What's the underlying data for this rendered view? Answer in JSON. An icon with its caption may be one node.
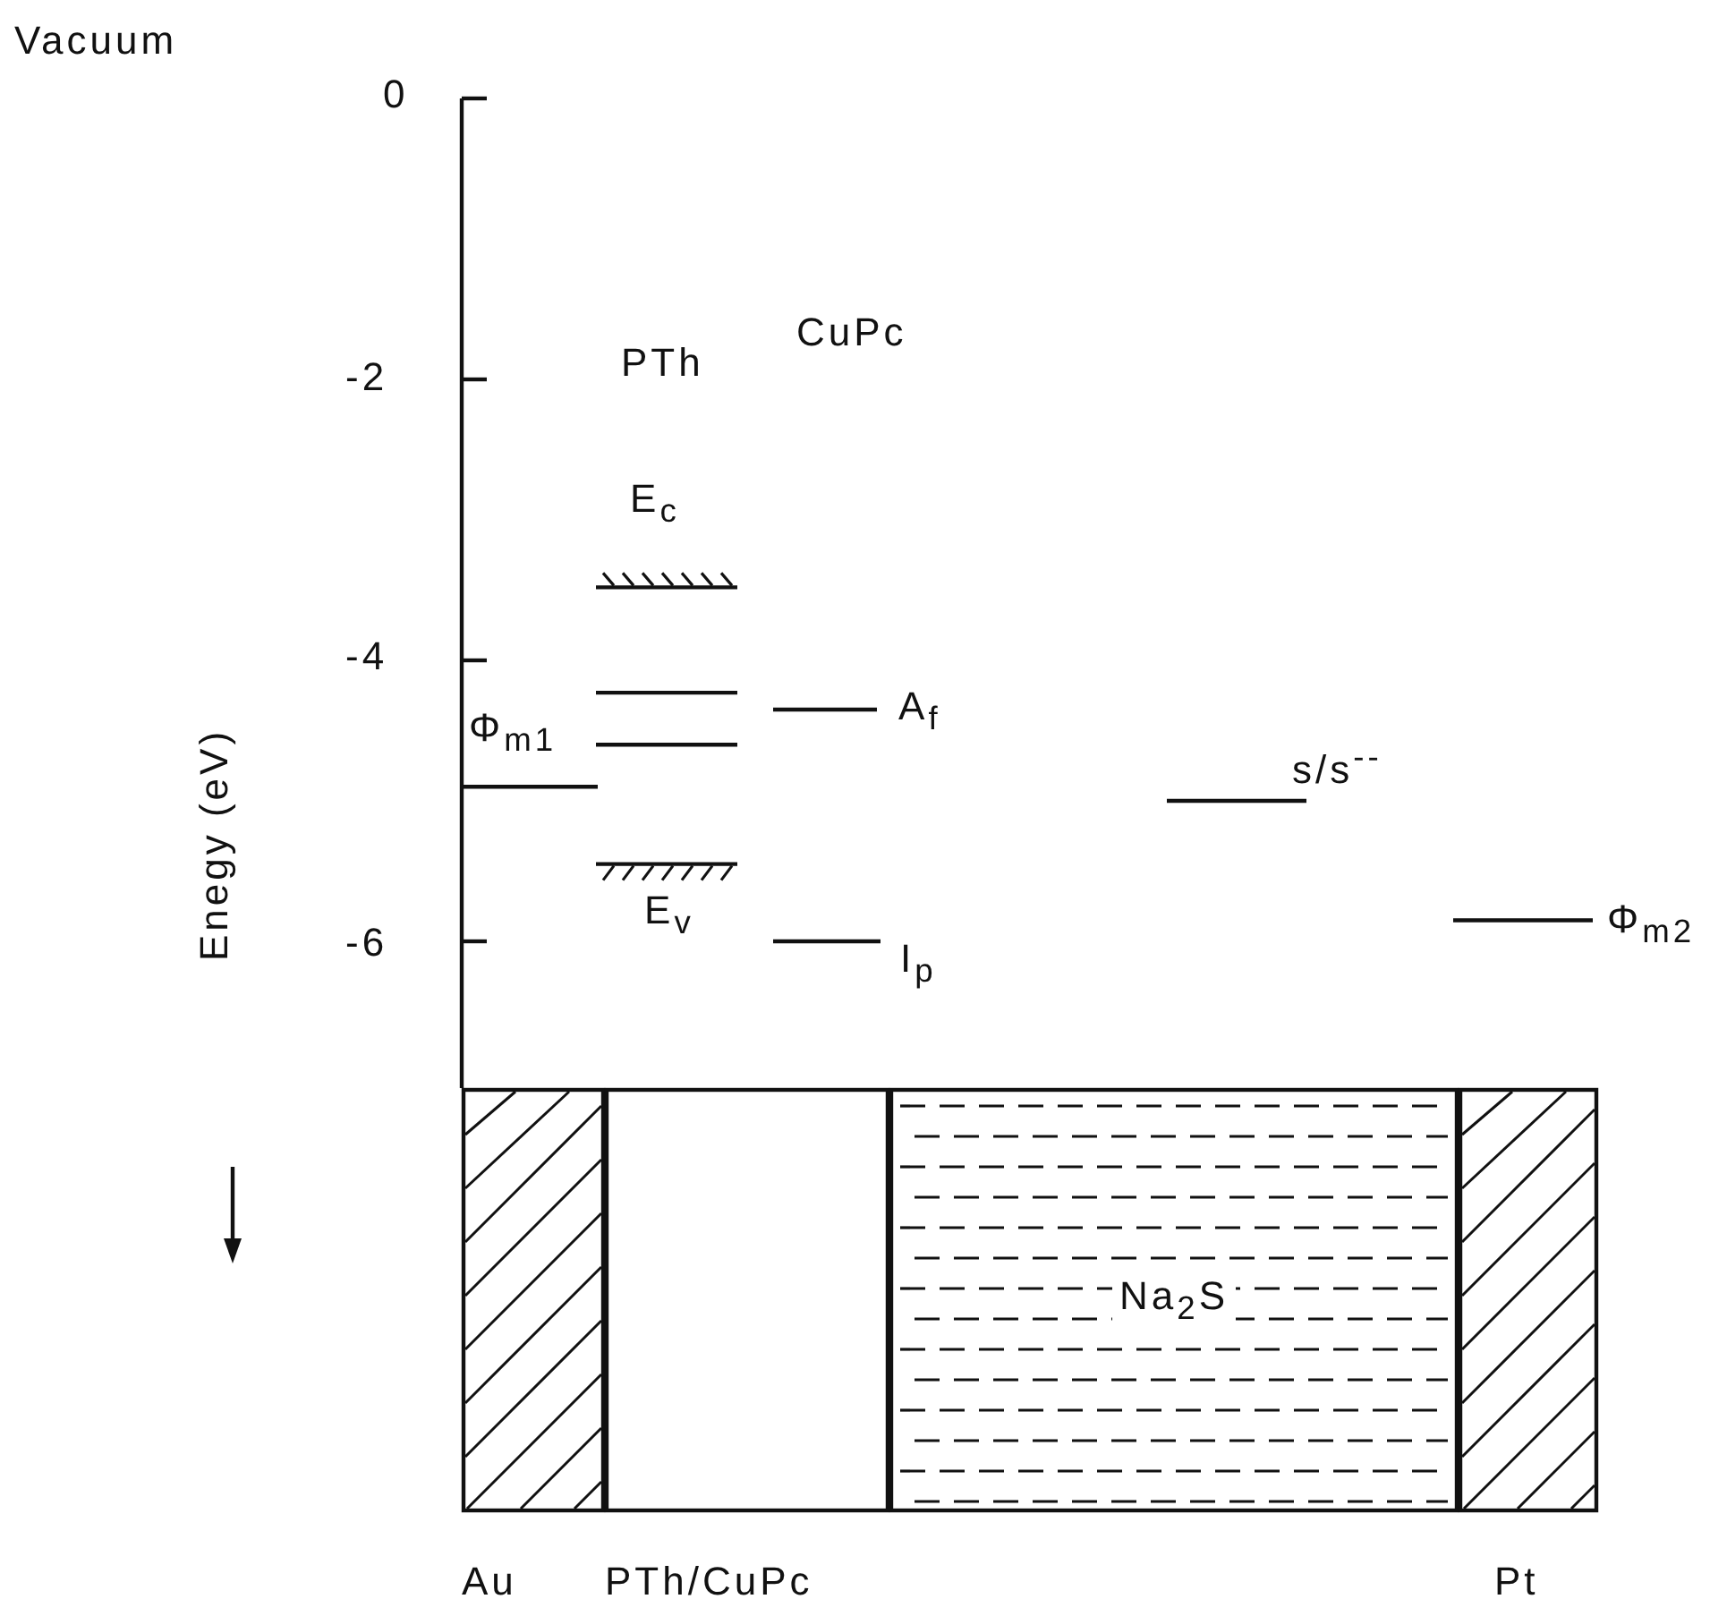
{
  "diagram": {
    "nodes": [
      {
        "text": [
          "Au"
        ]
      },
      {
        "text": [
          "PTh/CuPc"
        ]
      },
      {
        "text": [
          "Na$_{2}$S"
        ]
      },
      {
        "text": [
          "Pt"
        ]
      }
    ],
    "labels": [
      "Vacuum",
      "0",
      "PTh",
      "CuPc",
      "-2",
      "E$_{c}$",
      "-4",
      "A$_{f}$",
      "Φ$_{m1}$",
      "Enegy (eV)",
      "s/s$^{--}$",
      "Φ$_{m2}$",
      "-6",
      "E$_{v}$",
      "I$_{p}$"
    ]
  }
}
